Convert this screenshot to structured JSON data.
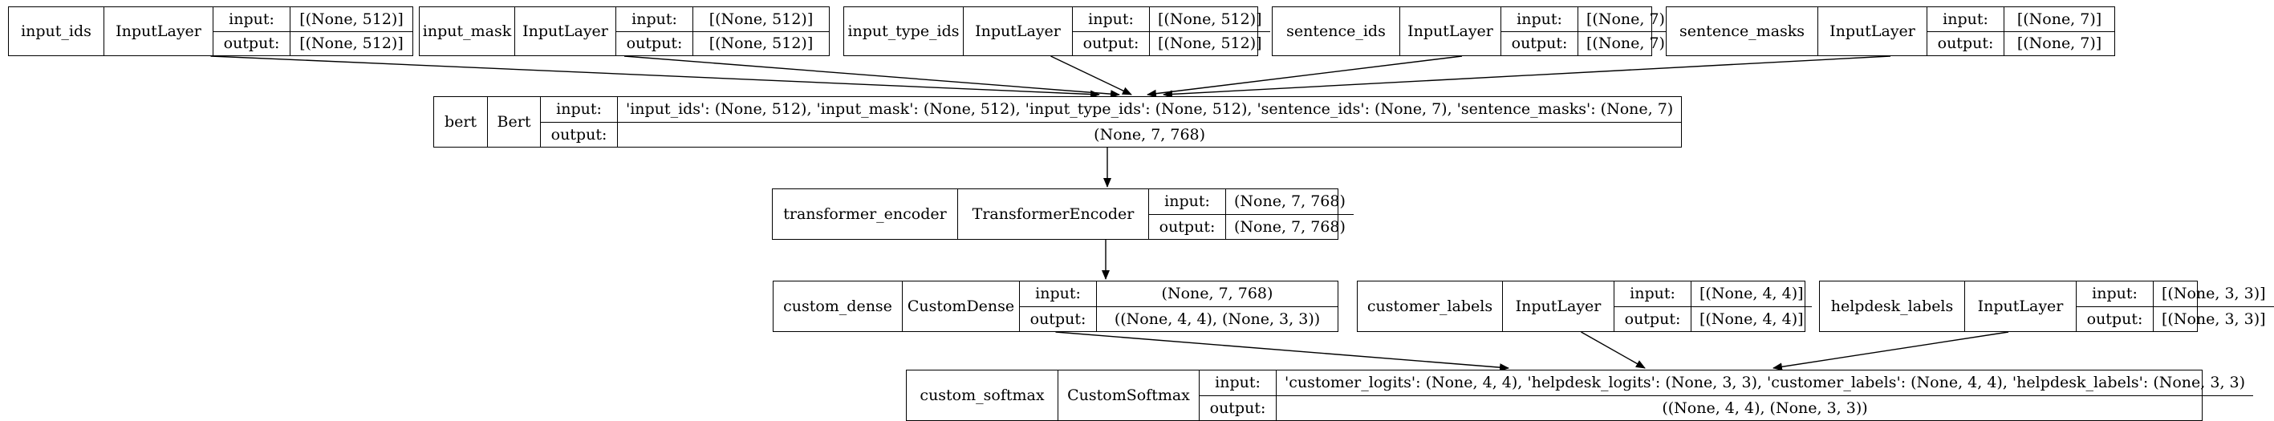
{
  "nodes": [
    {
      "id": "input_ids",
      "name": "input_ids",
      "type": "InputLayer",
      "input_label": "input:",
      "output_label": "output:",
      "input": "[(None, 512)]",
      "output": "[(None, 512)]"
    },
    {
      "id": "input_mask",
      "name": "input_mask",
      "type": "InputLayer",
      "input_label": "input:",
      "output_label": "output:",
      "input": "[(None, 512)]",
      "output": "[(None, 512)]"
    },
    {
      "id": "input_type_ids",
      "name": "input_type_ids",
      "type": "InputLayer",
      "input_label": "input:",
      "output_label": "output:",
      "input": "[(None, 512)]",
      "output": "[(None, 512)]"
    },
    {
      "id": "sentence_ids",
      "name": "sentence_ids",
      "type": "InputLayer",
      "input_label": "input:",
      "output_label": "output:",
      "input": "[(None, 7)]",
      "output": "[(None, 7)]"
    },
    {
      "id": "sentence_masks",
      "name": "sentence_masks",
      "type": "InputLayer",
      "input_label": "input:",
      "output_label": "output:",
      "input": "[(None, 7)]",
      "output": "[(None, 7)]"
    },
    {
      "id": "bert",
      "name": "bert",
      "type": "Bert",
      "input_label": "input:",
      "output_label": "output:",
      "input": "'input_ids': (None, 512), 'input_mask': (None, 512), 'input_type_ids': (None, 512), 'sentence_ids': (None, 7), 'sentence_masks': (None, 7)",
      "output": "(None, 7, 768)"
    },
    {
      "id": "transformer_encoder",
      "name": "transformer_encoder",
      "type": "TransformerEncoder",
      "input_label": "input:",
      "output_label": "output:",
      "input": "(None, 7, 768)",
      "output": "(None, 7, 768)"
    },
    {
      "id": "custom_dense",
      "name": "custom_dense",
      "type": "CustomDense",
      "input_label": "input:",
      "output_label": "output:",
      "input": "(None, 7, 768)",
      "output": "((None, 4, 4), (None, 3, 3))"
    },
    {
      "id": "customer_labels",
      "name": "customer_labels",
      "type": "InputLayer",
      "input_label": "input:",
      "output_label": "output:",
      "input": "[(None, 4, 4)]",
      "output": "[(None, 4, 4)]"
    },
    {
      "id": "helpdesk_labels",
      "name": "helpdesk_labels",
      "type": "InputLayer",
      "input_label": "input:",
      "output_label": "output:",
      "input": "[(None, 3, 3)]",
      "output": "[(None, 3, 3)]"
    },
    {
      "id": "custom_softmax",
      "name": "custom_softmax",
      "type": "CustomSoftmax",
      "input_label": "input:",
      "output_label": "output:",
      "input": "'customer_logits': (None, 4, 4), 'helpdesk_logits': (None, 3, 3), 'customer_labels': (None, 4, 4), 'helpdesk_labels': (None, 3, 3)",
      "output": "((None, 4, 4), (None, 3, 3))"
    }
  ],
  "edges": [
    {
      "from": "input_ids",
      "to": "bert"
    },
    {
      "from": "input_mask",
      "to": "bert"
    },
    {
      "from": "input_type_ids",
      "to": "bert"
    },
    {
      "from": "sentence_ids",
      "to": "bert"
    },
    {
      "from": "sentence_masks",
      "to": "bert"
    },
    {
      "from": "bert",
      "to": "transformer_encoder"
    },
    {
      "from": "transformer_encoder",
      "to": "custom_dense"
    },
    {
      "from": "custom_dense",
      "to": "custom_softmax"
    },
    {
      "from": "customer_labels",
      "to": "custom_softmax"
    },
    {
      "from": "helpdesk_labels",
      "to": "custom_softmax"
    }
  ]
}
